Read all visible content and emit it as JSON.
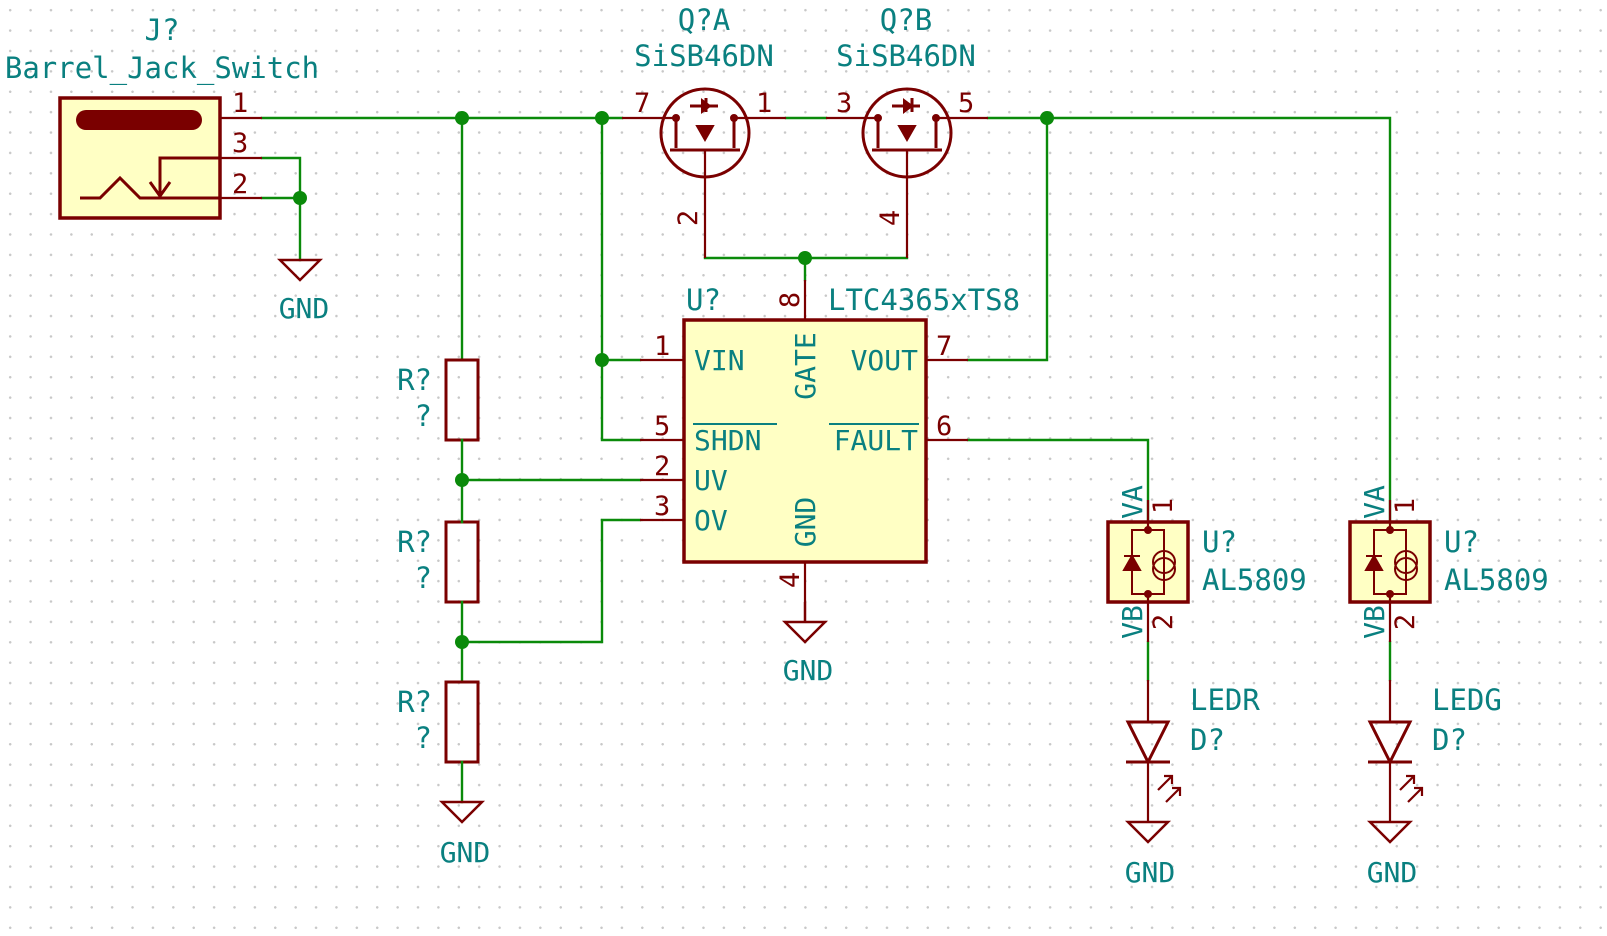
{
  "connector": {
    "ref": "J?",
    "value": "Barrel_Jack_Switch",
    "pins": [
      "1",
      "3",
      "2"
    ]
  },
  "mosfet_a": {
    "ref": "Q?A",
    "value": "SiSB46DN",
    "pins": [
      "7",
      "1",
      "2"
    ]
  },
  "mosfet_b": {
    "ref": "Q?B",
    "value": "SiSB46DN",
    "pins": [
      "3",
      "5",
      "4"
    ]
  },
  "controller": {
    "ref": "U?",
    "value": "LTC4365xTS8",
    "pins": {
      "vin": {
        "num": "1",
        "name": "VIN"
      },
      "shdn": {
        "num": "5",
        "name": "SHDN"
      },
      "uv": {
        "num": "2",
        "name": "UV"
      },
      "ov": {
        "num": "3",
        "name": "OV"
      },
      "gate": {
        "num": "8",
        "name": "GATE"
      },
      "vout": {
        "num": "7",
        "name": "VOUT"
      },
      "fault": {
        "num": "6",
        "name": "FAULT"
      },
      "gnd": {
        "num": "4",
        "name": "GND"
      }
    }
  },
  "resistors": [
    {
      "ref": "R?",
      "value": "?"
    },
    {
      "ref": "R?",
      "value": "?"
    },
    {
      "ref": "R?",
      "value": "?"
    }
  ],
  "led_drivers": [
    {
      "ref": "U?",
      "value": "AL5809",
      "pin_a_num": "1",
      "pin_a_name": "VA",
      "pin_b_num": "2",
      "pin_b_name": "VB"
    },
    {
      "ref": "U?",
      "value": "AL5809",
      "pin_a_num": "1",
      "pin_a_name": "VA",
      "pin_b_num": "2",
      "pin_b_name": "VB"
    }
  ],
  "leds": [
    {
      "ref": "D?",
      "value": "LEDR"
    },
    {
      "ref": "D?",
      "value": "LEDG"
    }
  ],
  "power": {
    "gnd": "GND"
  },
  "colors": {
    "wire": "#0a8a0a",
    "symbol_outline": "#7a0000",
    "symbol_fill": "#ffffc4",
    "label": "#0a8080",
    "pin_number": "#7a0000"
  }
}
